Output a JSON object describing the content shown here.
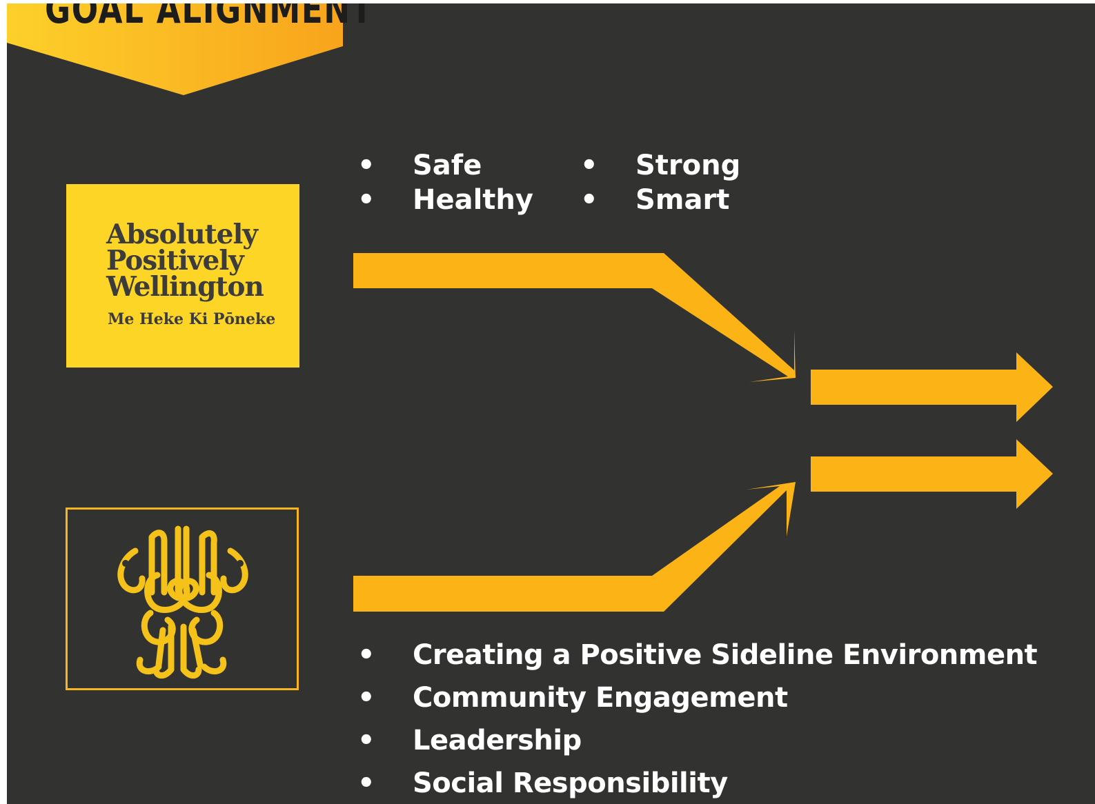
{
  "banner": {
    "title": "GOAL ALIGNMENT"
  },
  "council_logo": {
    "line1": "Absolutely",
    "line2": "Positively",
    "line3": "Wellington",
    "line4": "Me Heke Ki Pōneke"
  },
  "club_logo": {
    "icon": "monogram-crest-icon"
  },
  "bullet_glyph": "•",
  "council_values": {
    "column1": [
      "Safe",
      "Healthy"
    ],
    "column2": [
      "Strong",
      "Smart"
    ]
  },
  "club_values": [
    "Creating a Positive Sideline Environment",
    "Community Engagement",
    "Leadership",
    "Social Responsibility"
  ],
  "colors": {
    "background": "#323331",
    "accent": "#fcb316",
    "council_yellow": "#fdd526",
    "text": "#ffffff"
  }
}
